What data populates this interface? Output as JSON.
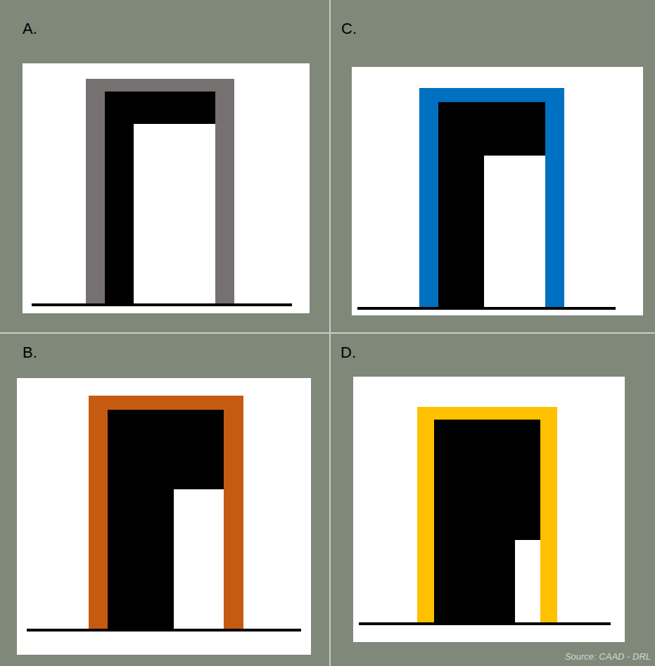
{
  "diagram": {
    "labels": [
      "A.",
      "C.",
      "B.",
      "D.",
      "Source: CAAD - DRL"
    ]
  }
}
